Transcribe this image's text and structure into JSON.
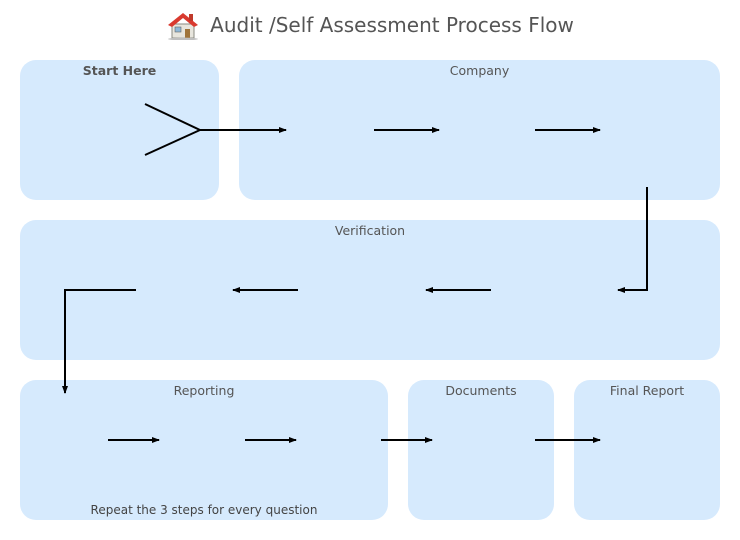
{
  "title": "Audit /Self Assessment Process Flow",
  "icons": {
    "title_icon": "house-icon"
  },
  "colors": {
    "panel_fill": "#d6eafd",
    "arrow": "#000000",
    "roof": "#d93a2f"
  },
  "panels": {
    "start": "Start Here",
    "company": "Company",
    "verification": "Verification",
    "reporting": "Reporting",
    "documents": "Documents",
    "final_report": "Final Report"
  },
  "note": "Repeat the 3 steps for every question"
}
